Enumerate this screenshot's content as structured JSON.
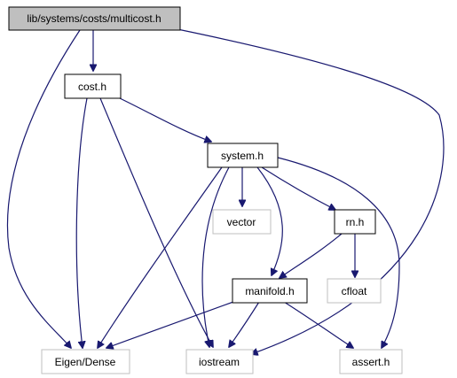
{
  "colors": {
    "edge": "#191970",
    "root_fill": "#bfbfbf",
    "node_border": "#000000",
    "external_border": "#bfbfbf",
    "background": "#ffffff"
  },
  "nodes": {
    "multicost": {
      "label": "lib/systems/costs/multicost.h"
    },
    "cost": {
      "label": "cost.h"
    },
    "system": {
      "label": "system.h"
    },
    "vector": {
      "label": "vector"
    },
    "rn": {
      "label": "rn.h"
    },
    "manifold": {
      "label": "manifold.h"
    },
    "cfloat": {
      "label": "cfloat"
    },
    "eigen": {
      "label": "Eigen/Dense"
    },
    "iostream": {
      "label": "iostream"
    },
    "assert": {
      "label": "assert.h"
    }
  },
  "edges": [
    {
      "from": "multicost",
      "to": "cost"
    },
    {
      "from": "multicost",
      "to": "eigen"
    },
    {
      "from": "multicost",
      "to": "iostream"
    },
    {
      "from": "cost",
      "to": "system"
    },
    {
      "from": "cost",
      "to": "eigen"
    },
    {
      "from": "cost",
      "to": "iostream"
    },
    {
      "from": "system",
      "to": "vector"
    },
    {
      "from": "system",
      "to": "rn"
    },
    {
      "from": "system",
      "to": "manifold"
    },
    {
      "from": "system",
      "to": "eigen"
    },
    {
      "from": "system",
      "to": "iostream"
    },
    {
      "from": "system",
      "to": "assert"
    },
    {
      "from": "rn",
      "to": "manifold"
    },
    {
      "from": "rn",
      "to": "cfloat"
    },
    {
      "from": "manifold",
      "to": "eigen"
    },
    {
      "from": "manifold",
      "to": "iostream"
    },
    {
      "from": "manifold",
      "to": "assert"
    }
  ]
}
